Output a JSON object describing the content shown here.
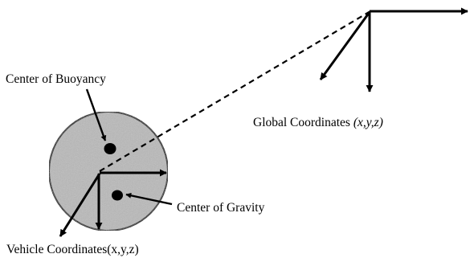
{
  "diagram": {
    "labels": {
      "center_of_buoyancy": "Center of Buoyancy",
      "center_of_gravity": "Center of Gravity",
      "global_coordinates_prefix": "Global Coordinates ",
      "global_coordinates_vars": "(x,y,z)",
      "vehicle_coordinates": "Vehicle Coordinates(x,y,z)"
    },
    "colors": {
      "vehicle_fill": "#b9b9b9",
      "ink": "#000000",
      "background": "#ffffff"
    }
  }
}
